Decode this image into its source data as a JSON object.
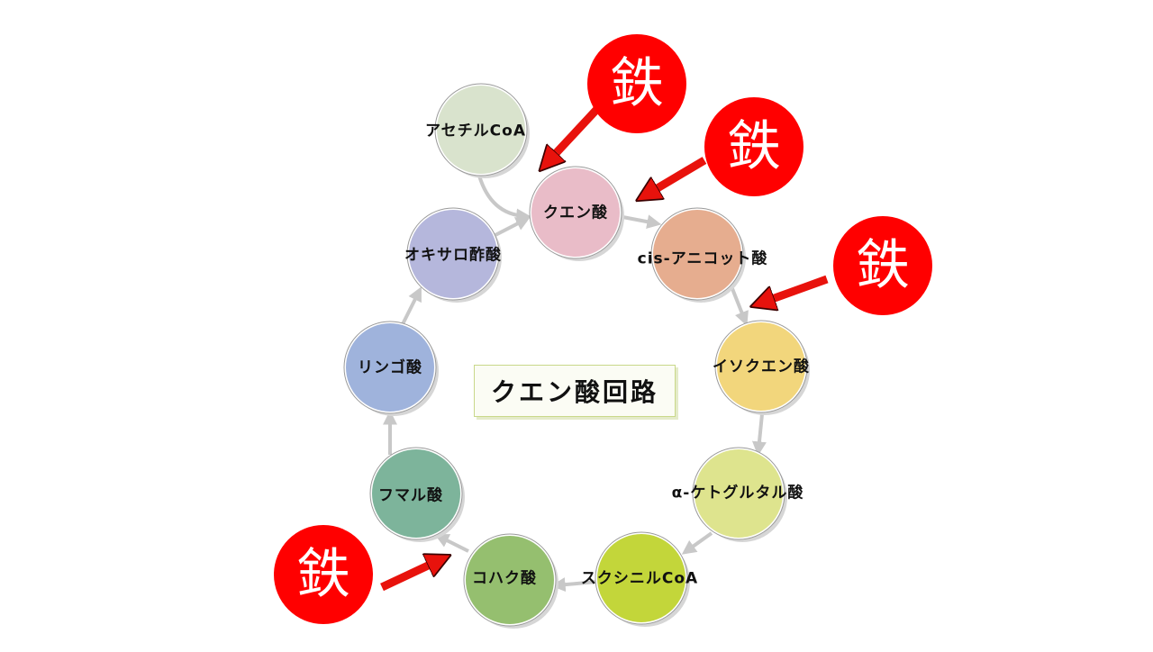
{
  "title": "クエン酸回路",
  "entry": {
    "label": "アセチルCoA",
    "color": "#d9e3cd"
  },
  "cycle": [
    {
      "label": "クエン酸",
      "color": "#e9bcc8"
    },
    {
      "label": "cis-アニコット酸",
      "color": "#e6ad8f"
    },
    {
      "label": "イソクエン酸",
      "color": "#f2d67c"
    },
    {
      "label": "α-ケトグルタル酸",
      "color": "#dee48e"
    },
    {
      "label": "スクシニルCoA",
      "color": "#c3d63a"
    },
    {
      "label": "コハク酸",
      "color": "#95bf6f"
    },
    {
      "label": "フマル酸",
      "color": "#7db49b"
    },
    {
      "label": "リンゴ酸",
      "color": "#9fb3dc"
    },
    {
      "label": "オキサロ酢酸",
      "color": "#b5b7dc"
    }
  ],
  "iron_marker": {
    "label": "鉄",
    "color": "#ff0000"
  },
  "colors": {
    "arrow_gray": "#c8c8c8",
    "arrow_red": "#e8120c"
  }
}
